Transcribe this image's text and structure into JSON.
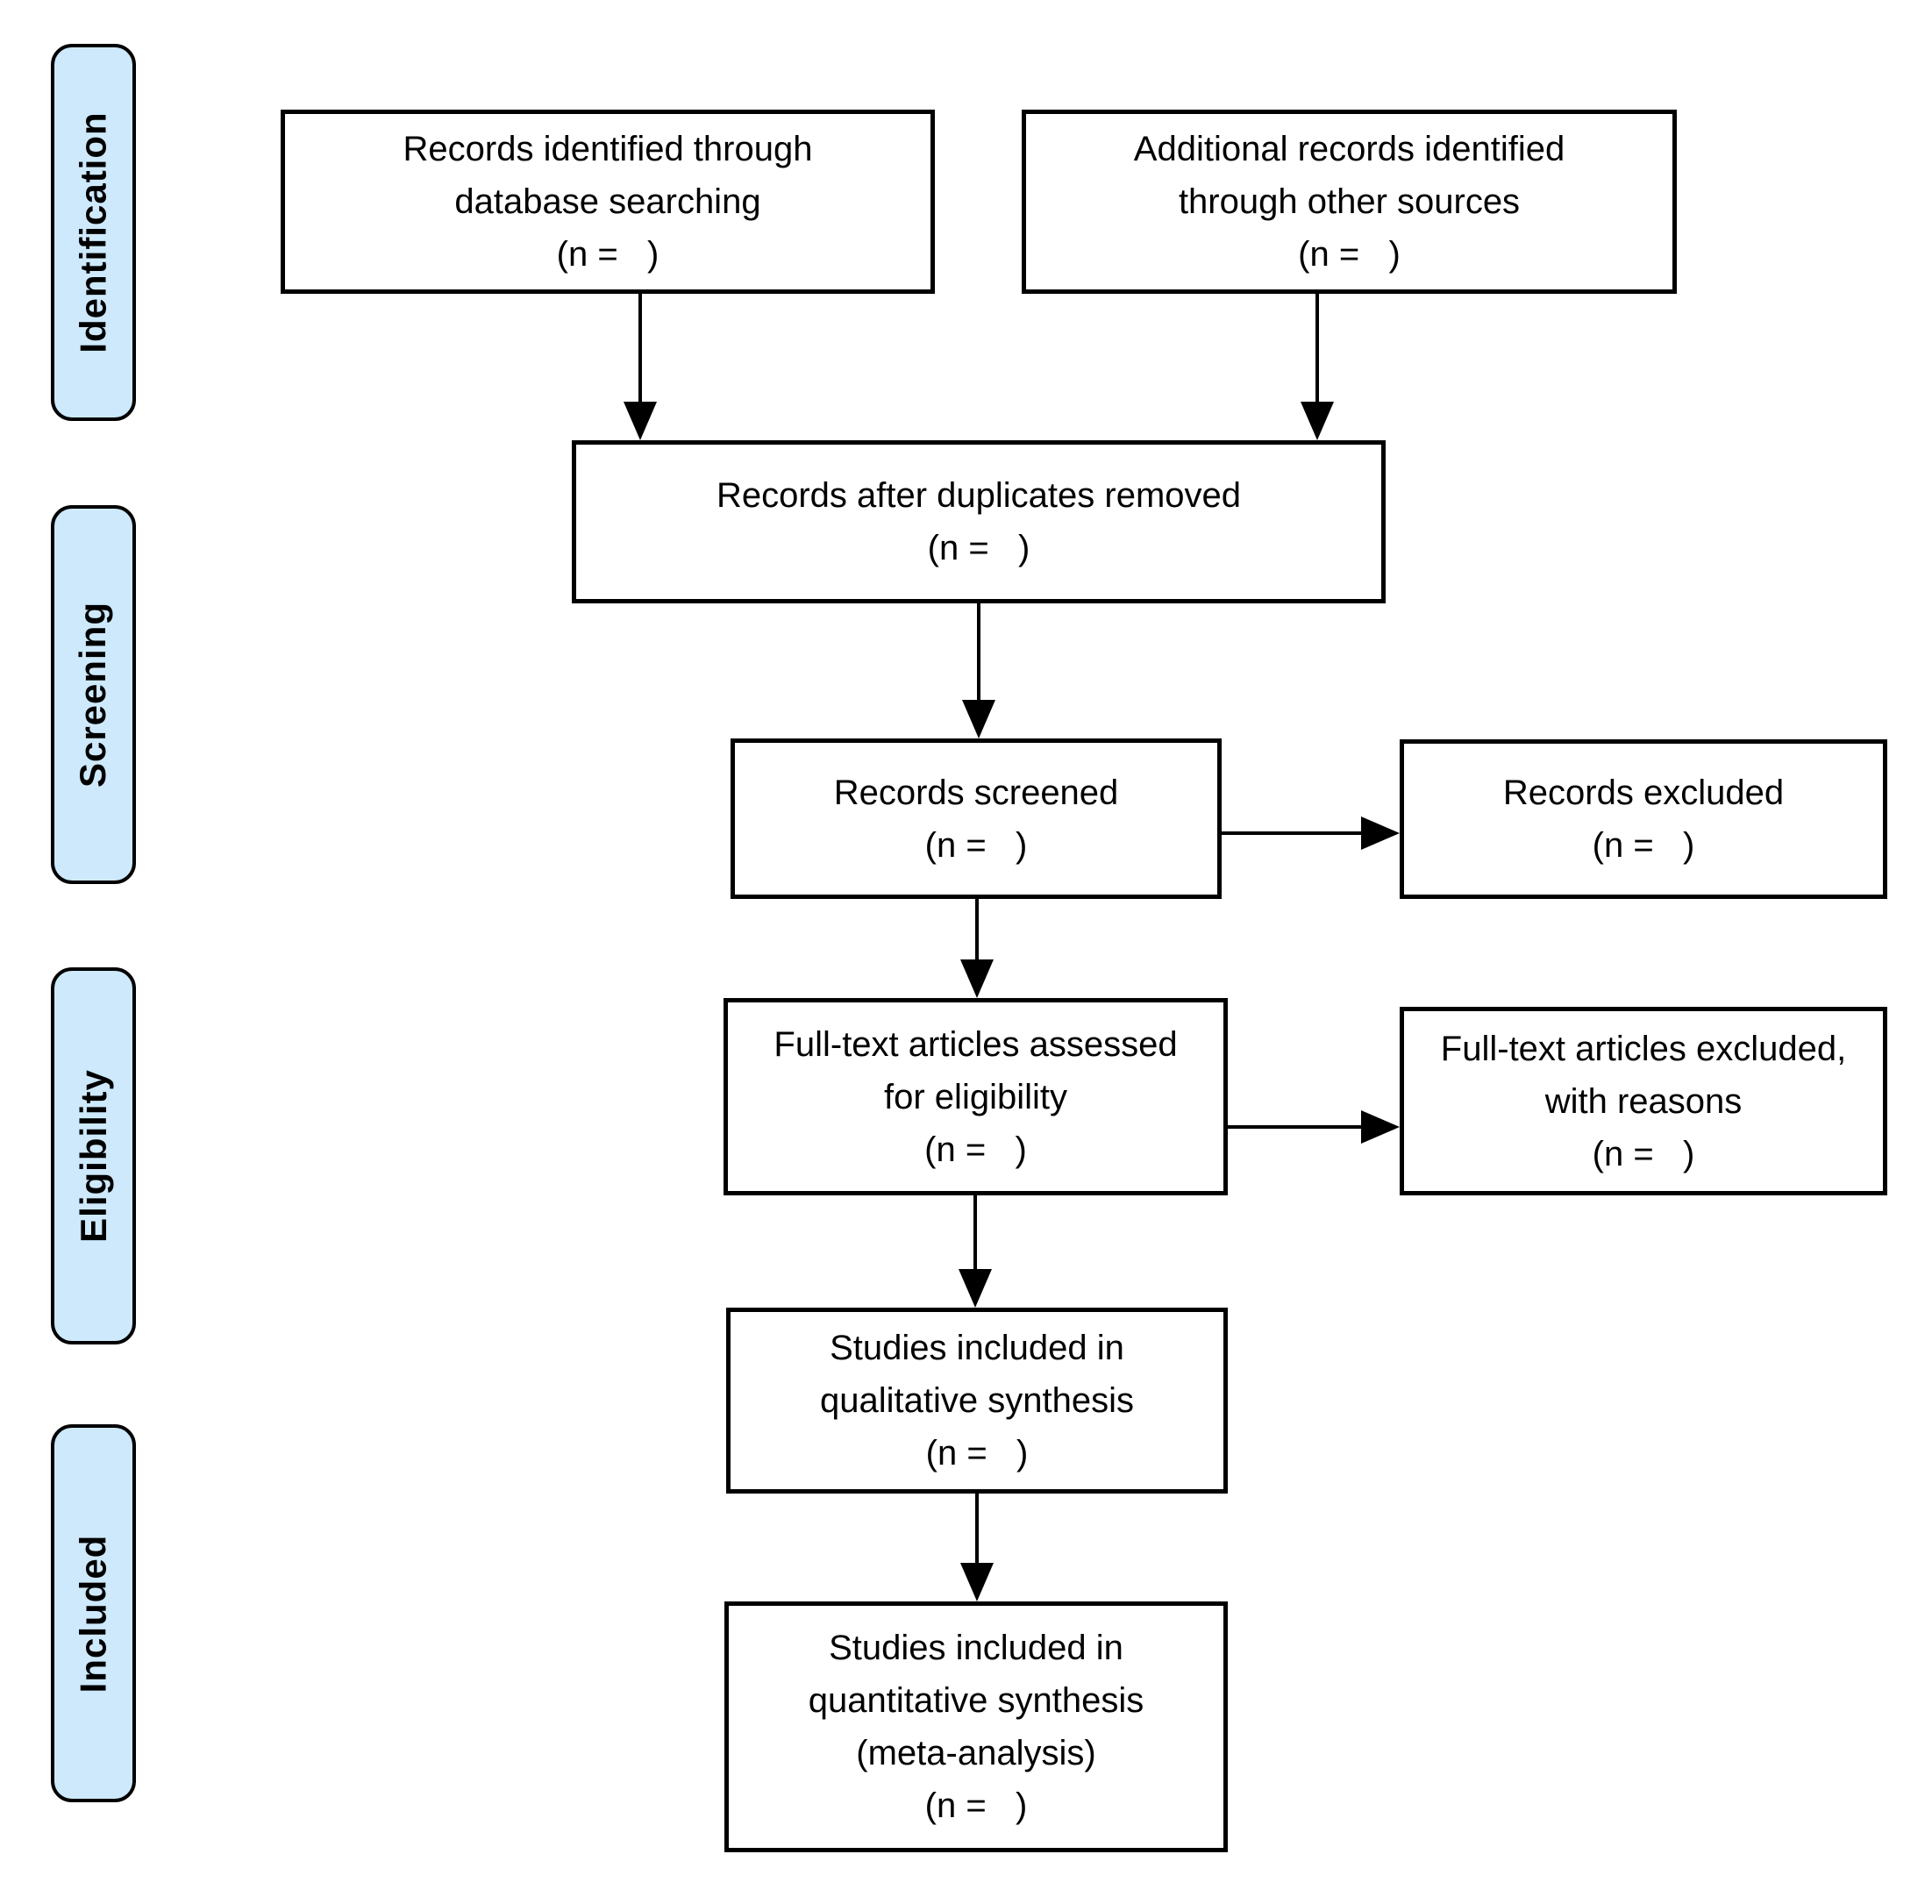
{
  "colors": {
    "stage_fill": "#CDE9FB",
    "stage_border": "#000000",
    "box_fill": "#FFFFFF",
    "box_border": "#000000",
    "arrow": "#000000"
  },
  "stages": [
    {
      "label": "Identification"
    },
    {
      "label": "Screening"
    },
    {
      "label": "Eligibility"
    },
    {
      "label": "Included"
    }
  ],
  "boxes": {
    "records_identified": "Records identified through\ndatabase searching\n(n =   )",
    "additional_records": "Additional records identified\nthrough other sources\n(n =   )",
    "duplicates_removed": "Records after duplicates removed\n(n =   )",
    "records_screened": "Records screened\n(n =   )",
    "records_excluded": "Records excluded\n(n =   )",
    "fulltext_assessed": "Full-text articles assessed\nfor eligibility\n(n =   )",
    "fulltext_excluded": "Full-text articles excluded,\nwith reasons\n(n =   )",
    "qualitative_synthesis": "Studies included in\nqualitative synthesis\n(n =   )",
    "quantitative_synthesis": "Studies included in\nquantitative synthesis\n(meta-analysis)\n(n =   )"
  }
}
